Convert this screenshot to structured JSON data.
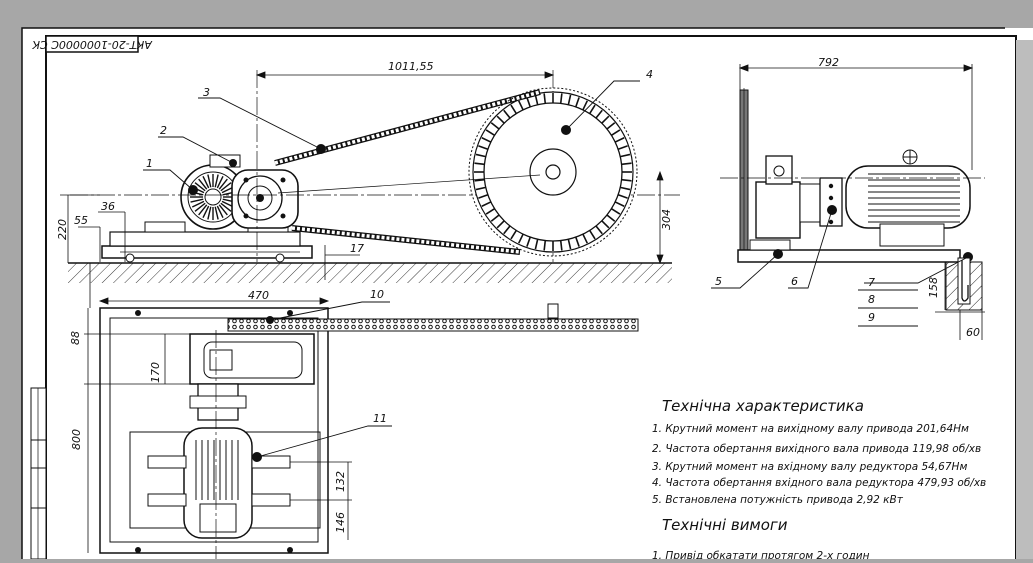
{
  "stamp": "АКТ-20-1000000С СК",
  "dimensions": {
    "chain_center": "1011,55",
    "side_width": "792",
    "left_220": "220",
    "left_55": "55",
    "left_36": "36",
    "right_304": "304",
    "ground_17": "17",
    "frame_158": "158",
    "frame_60": "60",
    "plan_470": "470",
    "plan_88": "88",
    "plan_170": "170",
    "plan_800": "800",
    "plan_132": "132",
    "plan_146": "146"
  },
  "callouts": [
    "1",
    "2",
    "3",
    "4",
    "5",
    "6",
    "7",
    "8",
    "9",
    "10",
    "11"
  ],
  "spec": {
    "title": "Технічна характеристика",
    "lines": [
      "1. Крутний момент на вихідному валу привода 201,64Нм",
      "2. Частота обертання вихідного вала привода 119,98 об/хв",
      "3. Крутний момент на вхідному валу редуктора 54,67Нм",
      "4. Частота обертання вхідного вала редуктора 479,93 об/хв",
      "5. Встановлена потужність привода 2,92 кВт"
    ]
  },
  "requirements": {
    "title": "Технічні вимоги",
    "lines": [
      "1. Привід обкатати протягом 2-х годин"
    ]
  }
}
